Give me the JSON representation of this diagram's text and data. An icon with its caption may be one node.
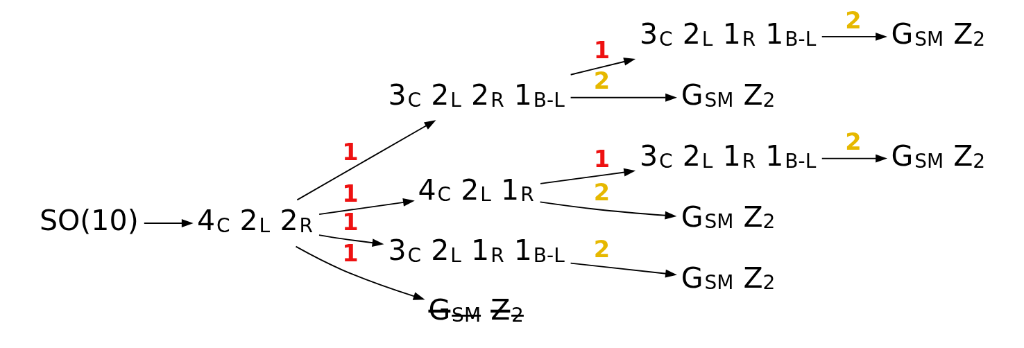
{
  "diagram": {
    "nodes": [
      {
        "text": [
          "SO(10)"
        ]
      },
      {
        "text": [
          "4$_{C}$ 2$_{L}$ 2$_{R}$"
        ]
      },
      {
        "text": [
          "3$_{C}$ 2$_{L}$ 2$_{R}$ 1$_{B-L}$"
        ]
      },
      {
        "text": [
          "4$_{C}$ 2$_{L}$ 1$_{R}$"
        ]
      },
      {
        "text": [
          "3$_{C}$ 2$_{L}$ 1$_{R}$ 1$_{B-L}$"
        ]
      },
      {
        "text": [
          "G$_{SM}$ Z$_{2}$"
        ]
      },
      {
        "text": [
          "3$_{C}$ 2$_{L}$ 1$_{R}$ 1$_{B-L}$"
        ]
      },
      {
        "text": [
          "G$_{SM}$ Z$_{2}$"
        ]
      },
      {
        "text": [
          "G$_{SM}$ Z$_{2}$"
        ]
      },
      {
        "text": [
          "3$_{C}$ 2$_{L}$ 1$_{R}$ 1$_{B-L}$"
        ]
      },
      {
        "text": [
          "G$_{SM}$ Z$_{2}$"
        ]
      },
      {
        "text": [
          "G$_{SM}$ Z$_{2}$"
        ]
      },
      {
        "text": [
          "G$_{SM}$ Z$_{2}$"
        ]
      }
    ],
    "edges": [
      {
        "from": 0,
        "to": 1,
        "arrow": "to"
      },
      {
        "from": 1,
        "to": 2,
        "arrow": "to",
        "label": "1"
      },
      {
        "from": 1,
        "to": 3,
        "arrow": "to",
        "label": "1"
      },
      {
        "from": 1,
        "to": 4,
        "arrow": "to",
        "label": "1"
      },
      {
        "from": 1,
        "to": 5,
        "arrow": "to",
        "label": "1"
      },
      {
        "from": 2,
        "to": 6,
        "arrow": "to",
        "label": "1"
      },
      {
        "from": 2,
        "to": 7,
        "arrow": "to",
        "label": "2"
      },
      {
        "from": 6,
        "to": 8,
        "arrow": "to",
        "label": "2"
      },
      {
        "from": 3,
        "to": 9,
        "arrow": "to",
        "label": "1"
      },
      {
        "from": 3,
        "to": 10,
        "arrow": "to",
        "label": "2"
      },
      {
        "from": 9,
        "to": 11,
        "arrow": "to",
        "label": "2"
      },
      {
        "from": 4,
        "to": 12,
        "arrow": "to",
        "label": "2"
      }
    ]
  }
}
